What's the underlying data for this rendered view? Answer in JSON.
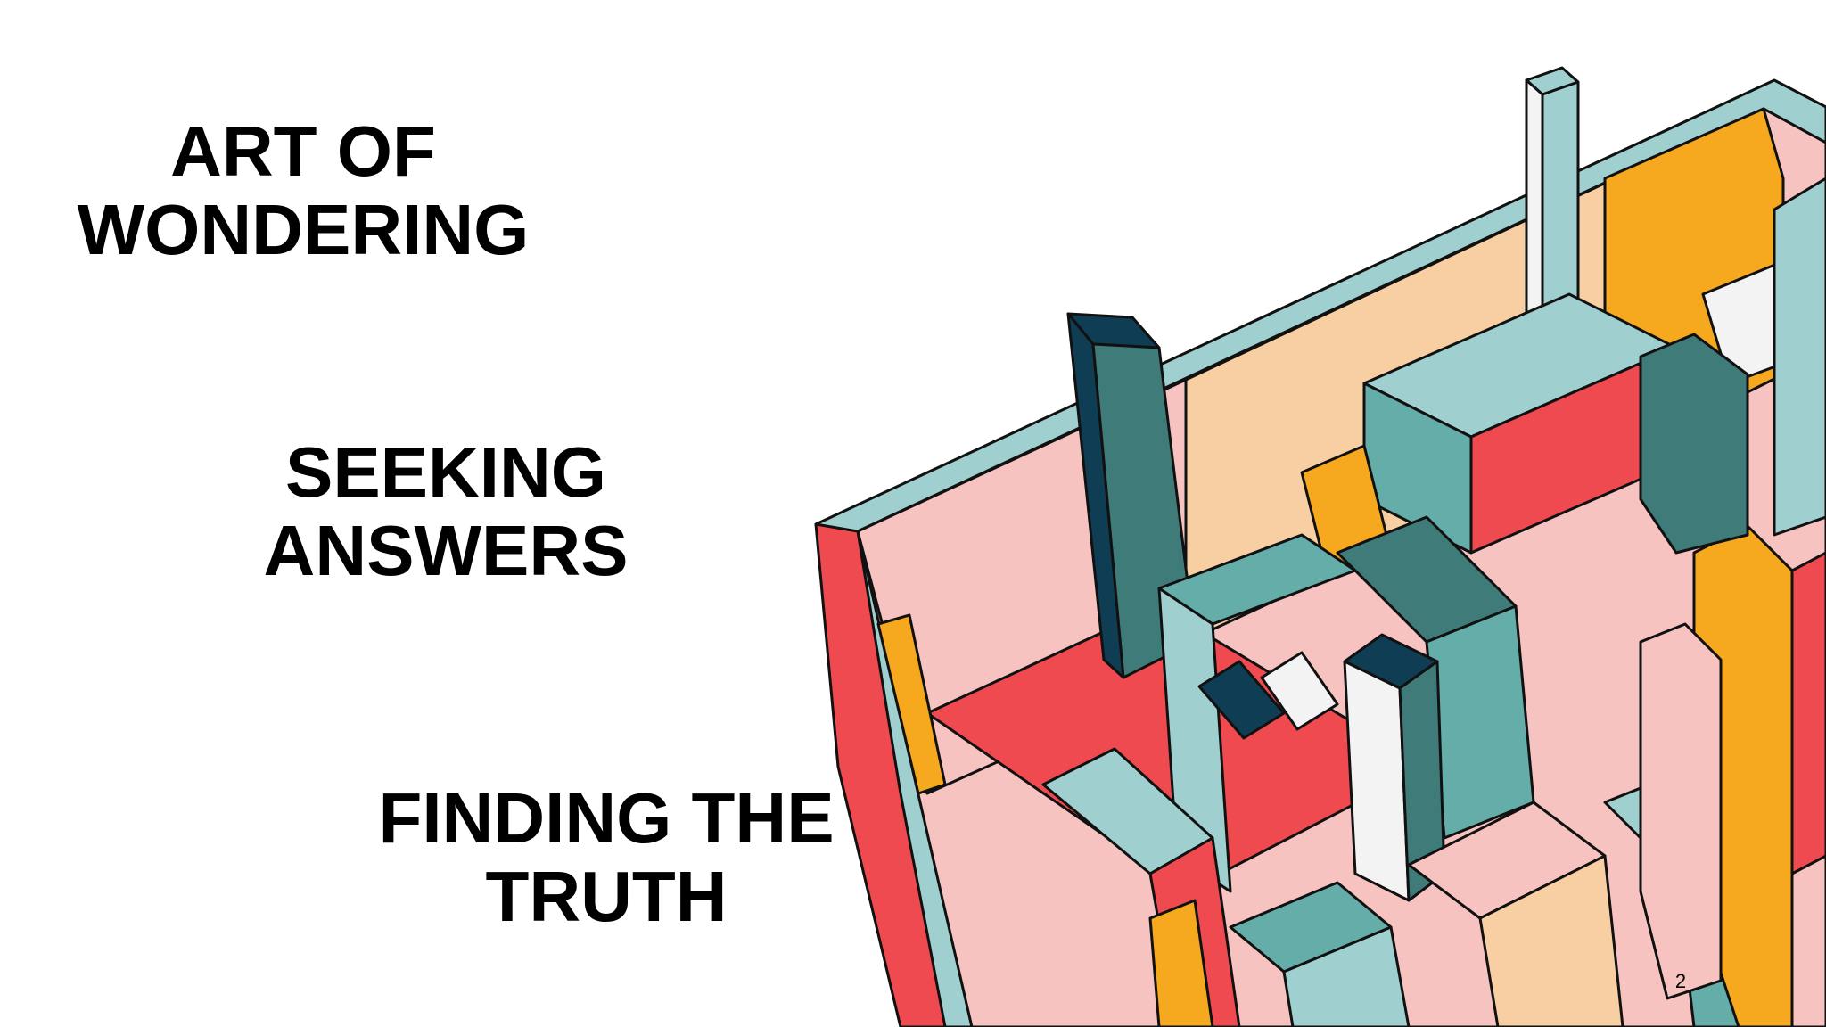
{
  "headings": [
    {
      "lines": [
        "ART OF",
        "WONDERING"
      ]
    },
    {
      "lines": [
        "SEEKING",
        "ANSWERS"
      ]
    },
    {
      "lines": [
        "FINDING THE",
        "TRUTH"
      ]
    }
  ],
  "page_number": "2",
  "colors": {
    "background": "#ffffff",
    "text": "#000000",
    "outline": "#111111",
    "red": "#ef4a4f",
    "pink": "#f6c3c1",
    "peach": "#f8cfa2",
    "orange": "#f6a81e",
    "mint": "#9fd0cf",
    "teal": "#65ada9",
    "dark_teal": "#3f7b79",
    "navy": "#0f3d53",
    "white": "#f3f3f3"
  }
}
